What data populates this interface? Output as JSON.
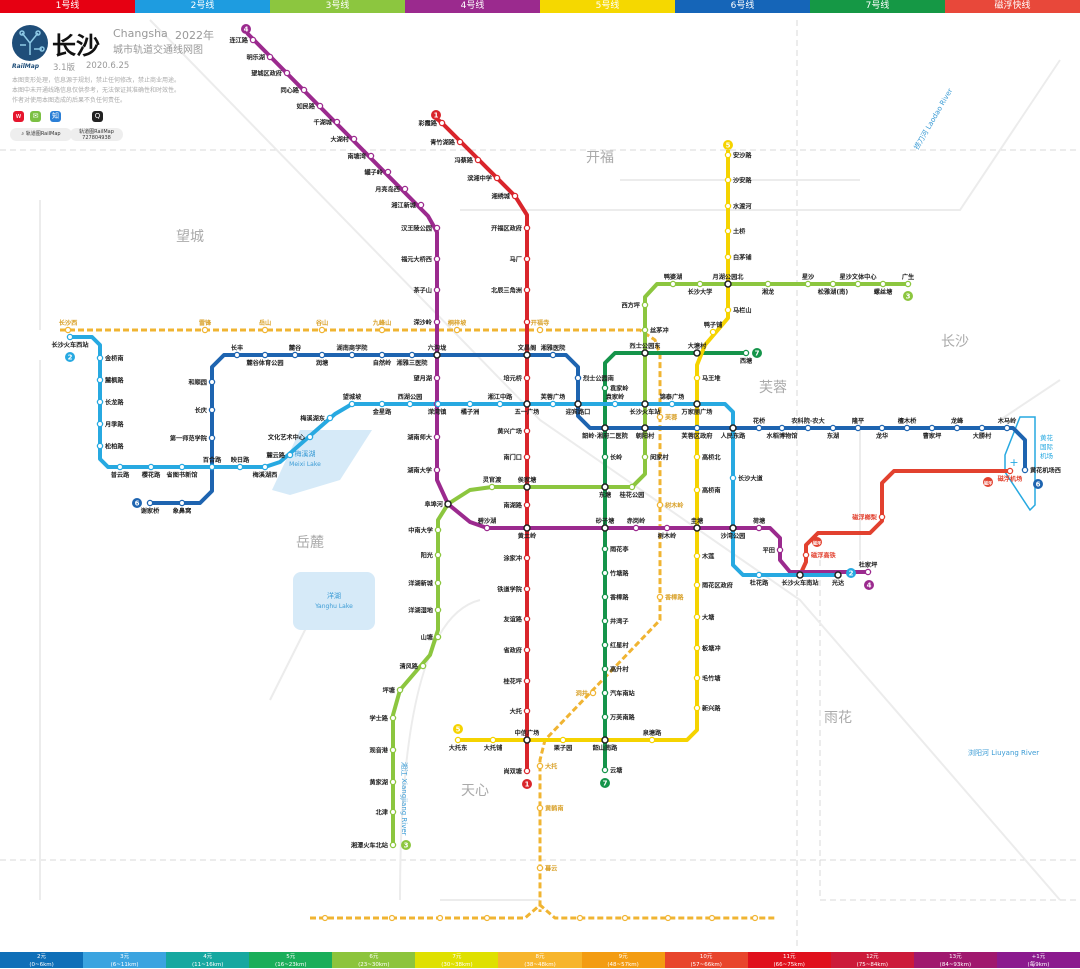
{
  "header": {
    "city": "长沙",
    "city_en": "Changsha",
    "year": "2022年",
    "subtitle": "城市轨道交通线网图",
    "logo_text": "RailMap",
    "version": "3.1版",
    "date": "2020.6.25",
    "disclaimer": [
      "本图变形处理，信息源于规划，禁止任何修改，禁止商业用途。",
      "本图中未开通线路信息仅供参考，无法保证其准确性和时效性。",
      "作者对使用本图造成的后果不负任何责任。"
    ],
    "search_pill": "轨道图RailMap",
    "qq_pill_line1": "轨道图RailMap",
    "qq_pill_line2": "727804938"
  },
  "top_legend": [
    {
      "label": "1号线",
      "color": "#e60012"
    },
    {
      "label": "2号线",
      "color": "#1e9ce0"
    },
    {
      "label": "3号线",
      "color": "#8cc63f"
    },
    {
      "label": "4号线",
      "color": "#9b2a8e"
    },
    {
      "label": "5号线",
      "color": "#f5d800"
    },
    {
      "label": "6号线",
      "color": "#1565b8"
    },
    {
      "label": "7号线",
      "color": "#159845"
    },
    {
      "label": "磁浮快线",
      "color": "#e8483a"
    }
  ],
  "fare_legend": [
    {
      "price": "2元",
      "range": "(0~6km)",
      "color": "#0f6fb8"
    },
    {
      "price": "3元",
      "range": "(6~11km)",
      "color": "#3ba4e0"
    },
    {
      "price": "4元",
      "range": "(11~16km)",
      "color": "#16a8a0"
    },
    {
      "price": "5元",
      "range": "(16~23km)",
      "color": "#1aae5a"
    },
    {
      "price": "6元",
      "range": "(23~30km)",
      "color": "#8cc43c"
    },
    {
      "price": "7元",
      "range": "(30~38km)",
      "color": "#dfe000"
    },
    {
      "price": "8元",
      "range": "(38~48km)",
      "color": "#f7b52c"
    },
    {
      "price": "9元",
      "range": "(48~57km)",
      "color": "#f39c12"
    },
    {
      "price": "10元",
      "range": "(57~66km)",
      "color": "#e8452c"
    },
    {
      "price": "11元",
      "range": "(66~75km)",
      "color": "#e0101c"
    },
    {
      "price": "12元",
      "range": "(75~84km)",
      "color": "#cc1a3a"
    },
    {
      "price": "13元",
      "range": "(84~93km)",
      "color": "#a0186e"
    },
    {
      "price": "+1元",
      "range": "(每9km)",
      "color": "#8b1a8e"
    }
  ],
  "districts": [
    "开福",
    "望城",
    "长沙",
    "芙蓉",
    "岳麓",
    "雨花",
    "天心"
  ],
  "lakes": [
    {
      "name": "梅溪湖",
      "name_en": "Meixi Lake"
    },
    {
      "name": "洋湖",
      "name_en": "Yanghu Lake"
    }
  ],
  "rivers": [
    {
      "name": "湘江 Xiangjiang River"
    },
    {
      "name": "浏阳河 Liuyang River"
    },
    {
      "name": "捞刀河 Laodao River"
    }
  ],
  "airport_label": "黄花国际机场",
  "lines": [
    {
      "id": "1",
      "badge": "1",
      "color": "#d9252b",
      "stations": [
        "彩霞路",
        "青竹湖路",
        "冯蔡路",
        "滨湘中学",
        "湘绣城",
        "开福区政府",
        "马厂",
        "北辰三角洲",
        "开福寺",
        "文昌阁",
        "培元桥",
        "五一广场",
        "黄兴广场",
        "南门口",
        "侯家塘",
        "南湖路",
        "黄土岭",
        "涂家冲",
        "铁道学院",
        "友谊路",
        "省政府",
        "桂花坪",
        "大托",
        "中信广场",
        "尚双塘"
      ]
    },
    {
      "id": "2",
      "badge": "2",
      "color": "#27a9e1",
      "stations": [
        "长沙火车西站",
        "金桥南",
        "麓枫路",
        "长龙路",
        "月季路",
        "松柏路",
        "普云路",
        "樱花路",
        "省图书新馆",
        "百合路",
        "映日路",
        "梅溪湖西",
        "麓云路",
        "文化艺术中心",
        "梅溪湖东",
        "望城坡",
        "金星路",
        "西湖公园",
        "溁湾镇",
        "橘子洲",
        "湘江中路",
        "五一广场",
        "芙蓉广场",
        "迎宾路口",
        "袁家岭",
        "长沙火车站",
        "锦泰广场",
        "万家丽广场",
        "人民东路",
        "长沙大道",
        "沙湾公园",
        "杜花路",
        "长沙火车南站",
        "光达"
      ]
    },
    {
      "id": "3",
      "badge": "3",
      "color": "#8cc63f",
      "stations": [
        "湘潭火车北站",
        "北津",
        "黄家湖",
        "观音港",
        "学士路",
        "坪塘",
        "清风路",
        "山塘",
        "洋湖湿地",
        "洋湖新城",
        "阳光",
        "中南大学",
        "阜埠河",
        "灵官渡",
        "侯家塘",
        "东塘",
        "桂花公园",
        "闵家村",
        "朝阳村",
        "长沙火车站",
        "烈士公园东",
        "丝茅冲",
        "西方坪",
        "鸭婆湖",
        "长沙大学",
        "月湖公园北",
        "湘龙",
        "星沙",
        "松雅湖(南)",
        "星沙文体中心",
        "螺丝塘",
        "广生"
      ]
    },
    {
      "id": "4",
      "badge": "4",
      "color": "#9b2a8e",
      "stations": [
        "连江路",
        "明乐湖",
        "望城区政府",
        "同心路",
        "如民路",
        "千湖城",
        "大湖村",
        "南塘湾",
        "罐子岭",
        "月亮岛西",
        "湘江新城",
        "汉王陵公园",
        "福元大桥西",
        "茶子山",
        "溁沙岭",
        "六沟垅",
        "望月湖",
        "溁湾镇",
        "湖南师大",
        "湖南大学",
        "阜埠河",
        "碧沙湖",
        "黄土岭",
        "砂子塘",
        "赤岗岭",
        "树木岭",
        "圭塘",
        "沙湾公园",
        "荷塘",
        "平田",
        "长沙火车南站",
        "光达",
        "杜家坪"
      ]
    },
    {
      "id": "5",
      "badge": "5",
      "color": "#f5d300",
      "stations": [
        "安沙路",
        "沙安路",
        "水渡河",
        "土桥",
        "白茅铺",
        "月湖公园北",
        "马栏山",
        "鸭子铺",
        "大塘村",
        "马王堆",
        "万家丽广场",
        "高桥北",
        "高桥南",
        "圭塘",
        "木莲",
        "雨花区政府",
        "大塘",
        "板塘冲",
        "毛竹塘",
        "新兴路",
        "泉塘路",
        "韶山南路",
        "栗子园",
        "中信广场",
        "大托铺",
        "大托东"
      ]
    },
    {
      "id": "6",
      "badge": "6",
      "color": "#1e64b0",
      "stations": [
        "谢家桥",
        "象鼻窝",
        "第一师范学院",
        "长庆",
        "和顺园",
        "长丰",
        "麓谷体育公园",
        "麓谷",
        "润塘",
        "湖南商学院",
        "自然岭",
        "湘雅三医院",
        "六沟垅",
        "文昌阁",
        "湘雅医院",
        "烈士公园南",
        "迎宾路口",
        "韶岭·湘府二医院",
        "朝阳村",
        "芙蓉区政府",
        "人民东路",
        "花桥",
        "水稻博物馆",
        "农科院·农大",
        "东湖",
        "隆平",
        "龙华",
        "檀木桥",
        "曹家坪",
        "龙峰",
        "大勝村",
        "木马岭",
        "黄花机场西"
      ]
    },
    {
      "id": "7",
      "badge": "7",
      "color": "#15944a",
      "stations": [
        "西塘",
        "大塘村",
        "烈士公园东",
        "袁家岭",
        "韶岭·湘府二医院",
        "长岭",
        "东塘",
        "砂子塘",
        "雨花亭",
        "竹塘路",
        "香樟路",
        "井湾子",
        "红星村",
        "高升村",
        "汽车南站",
        "万芙南路",
        "韶山南路",
        "云塘"
      ]
    },
    {
      "id": "maglev",
      "badge": "磁浮",
      "color": "#e2412f",
      "stations": [
        "磁浮高铁",
        "磁浮榔梨",
        "磁浮机场"
      ]
    },
    {
      "id": "planned",
      "badge": "",
      "color": "#f0b432",
      "stations": [
        "长沙西",
        "雷锋",
        "岳山",
        "谷山",
        "九峰山",
        "桐梓坡",
        "开福寺",
        "芙蓉",
        "树木岭",
        "香樟路",
        "洞井",
        "大托",
        "黄鹤南",
        "暮云"
      ]
    }
  ]
}
